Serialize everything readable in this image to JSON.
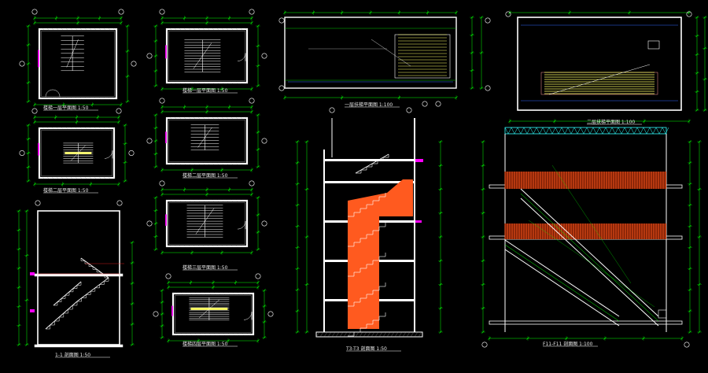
{
  "drawing": {
    "colors": {
      "background": "#000000",
      "wall": "#ffffff",
      "dimension": "#00ff00",
      "axis_bubble": "#ffffff",
      "stair": "#ffff66",
      "accent_magenta": "#ff00ff",
      "fill_orange": "#ff5a1f",
      "truss_cyan": "#33ffff",
      "red_line": "#ff2020",
      "blue_line": "#3366ff"
    },
    "views": [
      {
        "key": "plan_a1",
        "title": "楼梯一层平面图 1:50",
        "type": "stair-plan"
      },
      {
        "key": "plan_b1",
        "title": "楼梯一层平面图 1:50",
        "type": "stair-plan"
      },
      {
        "key": "plan_a2",
        "title": "楼梯二层平面图 1:50",
        "type": "stair-plan"
      },
      {
        "key": "plan_b2",
        "title": "楼梯二层平面图 1:50",
        "type": "stair-plan"
      },
      {
        "key": "plan_b3",
        "title": "楼梯三层平面图 1:50",
        "type": "stair-plan"
      },
      {
        "key": "plan_b4",
        "title": "楼梯四层平面图 1:50",
        "type": "stair-plan"
      },
      {
        "key": "plan_b5",
        "title": "楼梯五层平面图 1:50",
        "type": "stair-plan"
      },
      {
        "key": "sect_a",
        "title": "1-1 剖面图 1:50",
        "type": "stair-section"
      },
      {
        "key": "top_mid",
        "title": "一层扶梯平面图 1:100",
        "type": "escalator-plan"
      },
      {
        "key": "top_right",
        "title": "二层扶梯平面图 1:100",
        "type": "escalator-plan"
      },
      {
        "key": "sect_tall",
        "title": "T3-T3 剖面图 1:50",
        "type": "stair-section"
      },
      {
        "key": "sect_esc",
        "title": "F11-F11 剖面图 1:100",
        "type": "escalator-section"
      }
    ]
  }
}
